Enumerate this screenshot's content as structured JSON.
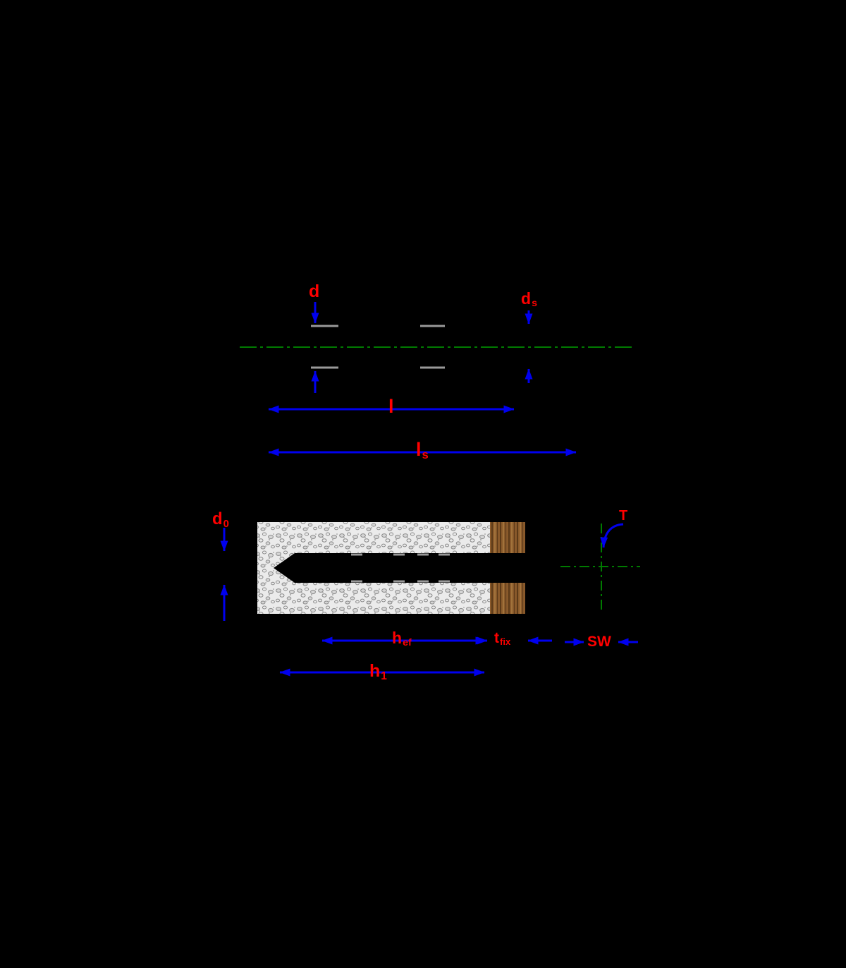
{
  "colors": {
    "background": "#000000",
    "label_red": "#ff0000",
    "dimension_blue": "#0000ee",
    "centerline_green": "#007a00",
    "thread_gray": "#9a9a9a",
    "concrete_base": "#ebebeb",
    "concrete_stone": "#8a8a8a",
    "concrete_stone_fill": "#d6d6d6",
    "wood_base": "#8a5a2b",
    "wood_grain": "#5c3a18",
    "wood_light": "#a8793f",
    "bolt_fill": "#000000"
  },
  "labels": {
    "d": {
      "main": "d",
      "sub": ""
    },
    "ds": {
      "main": "d",
      "sub": "s"
    },
    "l": {
      "main": "l",
      "sub": ""
    },
    "ls": {
      "main": "l",
      "sub": "s"
    },
    "d0": {
      "main": "d",
      "sub": "0"
    },
    "T": {
      "main": "T",
      "sub": ""
    },
    "hef": {
      "main": "h",
      "sub": "ef"
    },
    "tfix": {
      "main": "t",
      "sub": "fix"
    },
    "SW": {
      "main": "SW",
      "sub": ""
    },
    "h1": {
      "main": "h",
      "sub": "1"
    }
  }
}
